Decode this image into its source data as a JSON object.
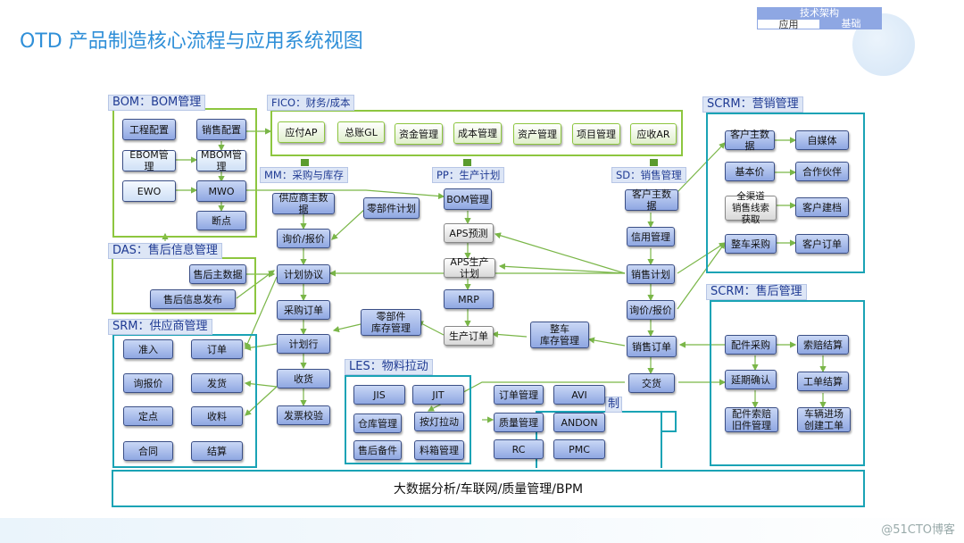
{
  "title": "OTD 产品制造核心流程与应用系统视图",
  "legend": {
    "header": "技术架构",
    "left": "应用",
    "right": "基础"
  },
  "watermark": "@51CTO博客",
  "panels": {
    "bom": "BOM：BOM管理",
    "fico": "FICO：财务/成本",
    "mm": "MM：采购与库存",
    "pp": "PP：生产计划",
    "sd": "SD：销售管理",
    "scrm_sales": "SCRM：营销管理",
    "das": "DAS：售后信息管理",
    "srm": "SRM：供应商管理",
    "scrm_service": "SCRM：售后管理",
    "les": "LES：物料拉动",
    "mes_partial": "制"
  },
  "nodes": {
    "bom1": "工程配置",
    "bom2": "销售配置",
    "bom3": "EBOM管理",
    "bom4": "MBOM管理",
    "bom5": "EWO",
    "bom6": "MWO",
    "bom7": "断点",
    "fico1": "应付AP",
    "fico2": "总账GL",
    "fico3": "资金管理",
    "fico4": "成本管理",
    "fico5": "资产管理",
    "fico6": "项目管理",
    "fico7": "应收AR",
    "mm1": "供应商主数据",
    "mm2": "零部件计划",
    "mm3": "询价/报价",
    "mm4": "计划协议",
    "mm5": "采购订单",
    "mm6": "计划行",
    "mm7": "收货",
    "mm8": "发票校验",
    "mm9": "零部件\n库存管理",
    "pp1": "BOM管理",
    "pp2": "APS预测",
    "pp3": "APS生产计划",
    "pp4": "MRP",
    "pp5": "生产订单",
    "sd1": "客户主数据",
    "sd2": "信用管理",
    "sd3": "销售计划",
    "sd4": "询价/报价",
    "sd5": "销售订单",
    "sd6": "交货",
    "sd7": "整车\n库存管理",
    "sc1": "客户主数据",
    "sc2": "自媒体",
    "sc3": "基本价",
    "sc4": "合作伙伴",
    "sc5": "全渠道\n销售线索获取",
    "sc6": "客户建档",
    "sc7": "整车采购",
    "sc8": "客户订单",
    "das1": "售后主数据",
    "das2": "售后信息发布",
    "srm1": "准入",
    "srm2": "订单",
    "srm3": "询报价",
    "srm4": "发货",
    "srm5": "定点",
    "srm6": "收料",
    "srm7": "合同",
    "srm8": "结算",
    "ss1": "配件采购",
    "ss2": "索赔结算",
    "ss3": "延期确认",
    "ss4": "工单结算",
    "ss5": "配件索赔\n旧件管理",
    "ss6": "车辆进场\n创建工单",
    "les1": "JIS",
    "les2": "JIT",
    "les3": "仓库管理",
    "les4": "按灯拉动",
    "les5": "售后备件",
    "les6": "料箱管理",
    "mes1": "订单管理",
    "mes2": "AVI",
    "mes3": "质量管理",
    "mes4": "ANDON",
    "mes5": "RC",
    "mes6": "PMC"
  },
  "platform": "大数据分析/车联网/质量管理/BPM",
  "colors": {
    "accent": "#2f8fd8",
    "module_green": "#8dc63f",
    "module_teal": "#1aa3b5",
    "node_blue": "#8fa7e2",
    "panel_title_bg": "#dde6f6"
  }
}
